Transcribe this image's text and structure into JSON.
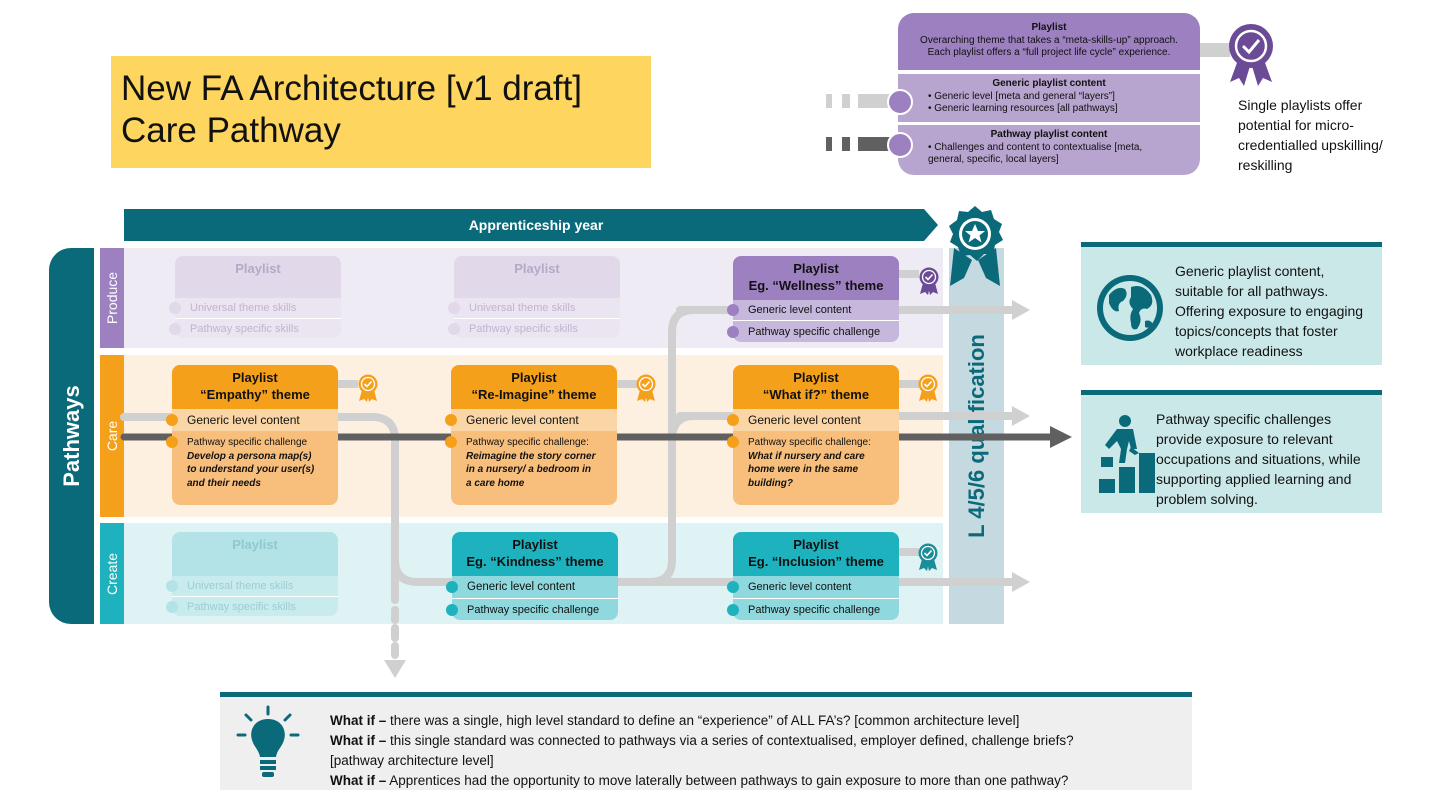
{
  "title": {
    "line1": "New FA Architecture [v1 draft]",
    "line2": "Care Pathway"
  },
  "legend": {
    "playlist_title": "Playlist",
    "playlist_desc1": "Overarching theme that takes a “meta-skills-up” approach.",
    "playlist_desc2": "Each playlist offers a “full project life cycle” experience.",
    "generic_title": "Generic playlist content",
    "generic_item1": "• Generic level [meta and general “layers”]",
    "generic_item2": "• Generic learning resources [all pathways]",
    "pathway_title": "Pathway playlist content",
    "pathway_item1": "• Challenges and content to contextualise [meta,",
    "pathway_item2": "general, specific, local layers]",
    "note_line1": "Single playlists offer",
    "note_line2": "potential for micro-",
    "note_line3": "credentialled upskilling/",
    "note_line4": "reskilling"
  },
  "apprenticeship_year": "Apprenticeship year",
  "pathways_label": "Pathways",
  "qualification": "L 4/5/6 qualification",
  "bands": {
    "produce": "Produce",
    "care": "Care",
    "create": "Create"
  },
  "produce": {
    "card1": {
      "title": "Playlist",
      "row1": "Universal theme skills",
      "row2": "Pathway specific skills"
    },
    "card2": {
      "title": "Playlist",
      "row1": "Universal theme skills",
      "row2": "Pathway specific skills"
    },
    "card3": {
      "title": "Playlist",
      "subtitle": "Eg. “Wellness” theme",
      "row1": "Generic level content",
      "row2": "Pathway specific challenge"
    }
  },
  "care": {
    "card1": {
      "title": "Playlist",
      "subtitle": "“Empathy” theme",
      "row1": "Generic level content",
      "row2": "Pathway specific challenge",
      "ch1": "Develop a persona map(s)",
      "ch2": "to understand your user(s)",
      "ch3": "and their needs"
    },
    "card2": {
      "title": "Playlist",
      "subtitle": "“Re-Imagine” theme",
      "row1": "Generic level content",
      "row2": "Pathway specific challenge:",
      "ch1": "Reimagine the story corner",
      "ch2": "in a nursery/ a bedroom in",
      "ch3": "a care home"
    },
    "card3": {
      "title": "Playlist",
      "subtitle": "“What if?” theme",
      "row1": "Generic level content",
      "row2": "Pathway specific challenge:",
      "ch1": "What if nursery and care",
      "ch2": "home were in the same",
      "ch3": "building?"
    }
  },
  "create": {
    "card1": {
      "title": "Playlist",
      "row1": "Universal theme skills",
      "row2": "Pathway specific skills"
    },
    "card2": {
      "title": "Playlist",
      "subtitle": "Eg. “Kindness” theme",
      "row1": "Generic level content",
      "row2": "Pathway specific challenge"
    },
    "card3": {
      "title": "Playlist",
      "subtitle": "Eg. “Inclusion” theme",
      "row1": "Generic level content",
      "row2": "Pathway specific challenge"
    }
  },
  "info1": {
    "l1": "Generic playlist content,",
    "l2": "suitable for all pathways.",
    "l3": "Offering exposure to engaging",
    "l4": "topics/concepts that foster",
    "l5": "workplace readiness"
  },
  "info2": {
    "l1": "Pathway specific challenges",
    "l2": "provide exposure to relevant",
    "l3": "occupations and situations, while",
    "l4": "supporting applied learning and",
    "l5": "problem solving."
  },
  "bottom": {
    "what_if": "What if –",
    "q1": " there was a single, high level standard to define an “experience” of ALL FA’s? [common architecture level]",
    "q2": " this single standard was connected to pathways via a series of contextualised, employer defined, challenge briefs?",
    "q2b": "[pathway architecture level]",
    "q3": " Apprentices had the opportunity to move laterally between pathways to gain exposure to more than one pathway?"
  },
  "colors": {
    "teal_dark": "#0b6a7a",
    "orange": "#f5a01b",
    "purple": "#9d80c0",
    "cyan": "#1eb1be",
    "yellow": "#fdd55f"
  }
}
